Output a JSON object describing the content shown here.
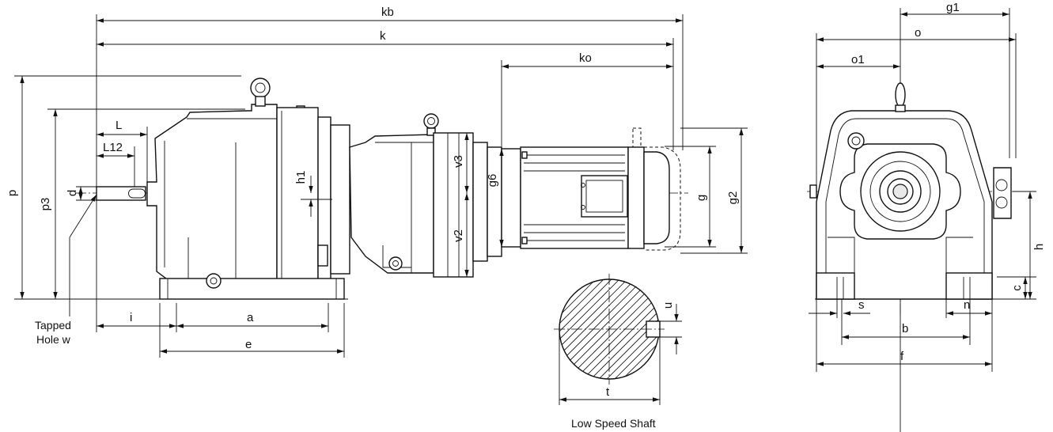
{
  "dimensions": {
    "kb": "kb",
    "k": "k",
    "ko": "ko",
    "L": "L",
    "L12": "L12",
    "d": "d",
    "p": "p",
    "p3": "p3",
    "h1": "h1",
    "v3": "v3",
    "v2": "v2",
    "g6": "g6",
    "g": "g",
    "g2": "g2",
    "i": "i",
    "a": "a",
    "e": "e",
    "u": "u",
    "t": "t",
    "g1": "g1",
    "o": "o",
    "o1": "o1",
    "h": "h",
    "c": "c",
    "s": "s",
    "n": "n",
    "b": "b",
    "f": "f"
  },
  "notes": {
    "tapped_hole_line1": "Tapped",
    "tapped_hole_line2": "Hole w",
    "section_caption": "Low Speed Shaft"
  }
}
